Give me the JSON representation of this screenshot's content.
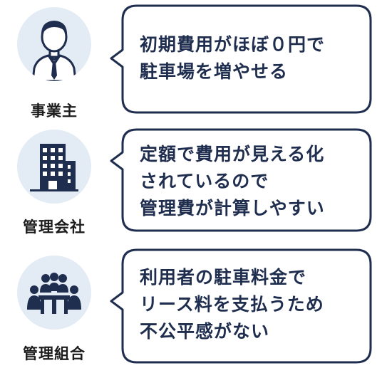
{
  "colors": {
    "navy": "#1f2d4e",
    "avatar_bg": "#e3ebf4",
    "label": "#1c1c1c"
  },
  "rows": [
    {
      "role": "事業主",
      "icon": "businessman-icon",
      "lines": [
        "初期費用がほぼ０円で",
        "駐車場を増やせる"
      ]
    },
    {
      "role": "管理会社",
      "icon": "office-building-icon",
      "lines": [
        "定額で費用が見える化",
        "されているので",
        "管理費が計算しやすい"
      ]
    },
    {
      "role": "管理組合",
      "icon": "meeting-group-icon",
      "lines": [
        "利用者の駐車料金で",
        "リース料を支払うため",
        "不公平感がない"
      ]
    }
  ]
}
